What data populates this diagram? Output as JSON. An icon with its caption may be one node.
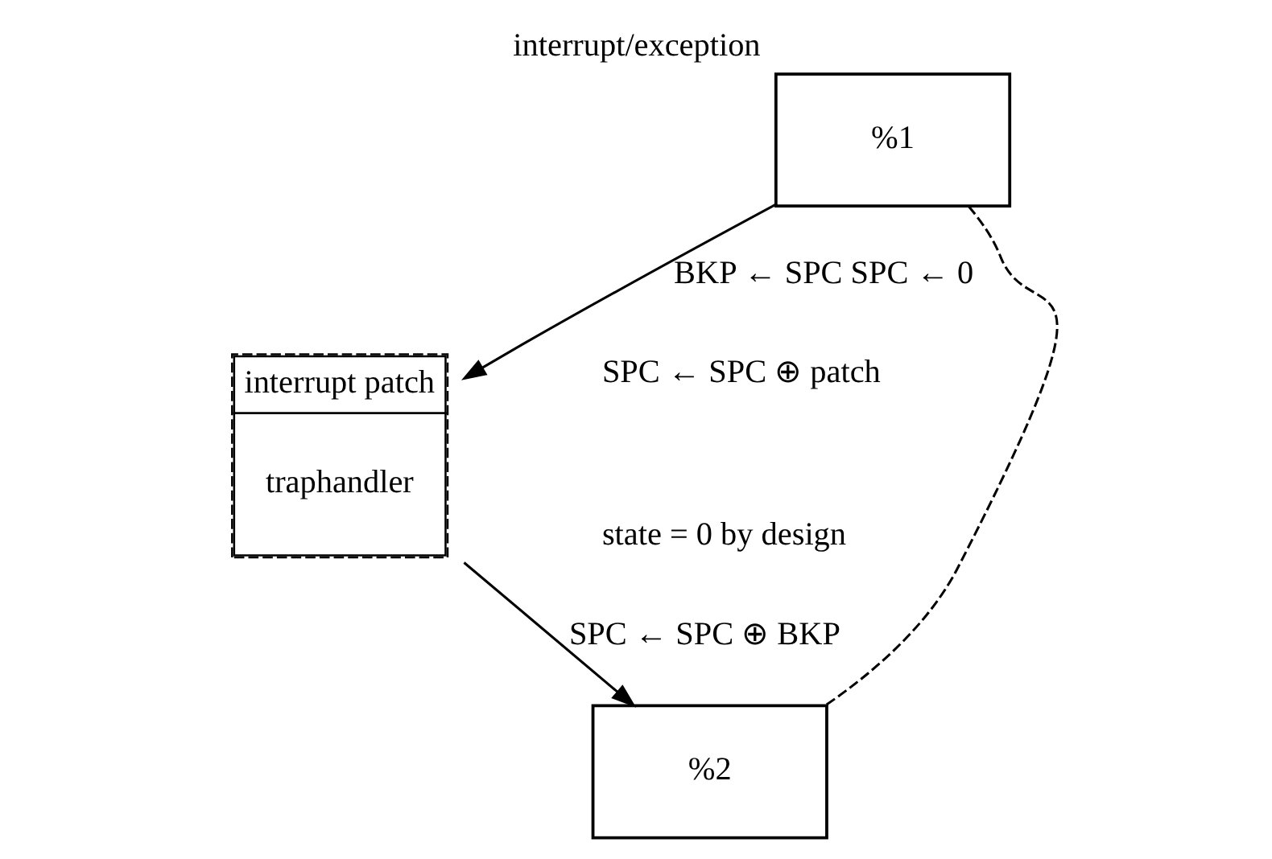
{
  "diagram": {
    "title": "interrupt/exception",
    "nodes": [
      {
        "text": [
          "%1"
        ]
      },
      {
        "text": [
          "interrupt patch",
          "traphandler"
        ],
        "beside": [
          "SPC ← SPC ⊕ patch",
          "state = 0 by design"
        ]
      },
      {
        "text": [
          "%2"
        ]
      }
    ],
    "edges": [
      {
        "from": 0,
        "to": 1,
        "arrow": "to",
        "label": "BKP ← SPC SPC ← 0"
      },
      {
        "from": 1,
        "to": 2,
        "arrow": "to",
        "label": "SPC ← SPC ⊕ BKP"
      },
      {
        "from": 0,
        "to": 2,
        "arrow": "none",
        "style": "dashed"
      }
    ]
  }
}
